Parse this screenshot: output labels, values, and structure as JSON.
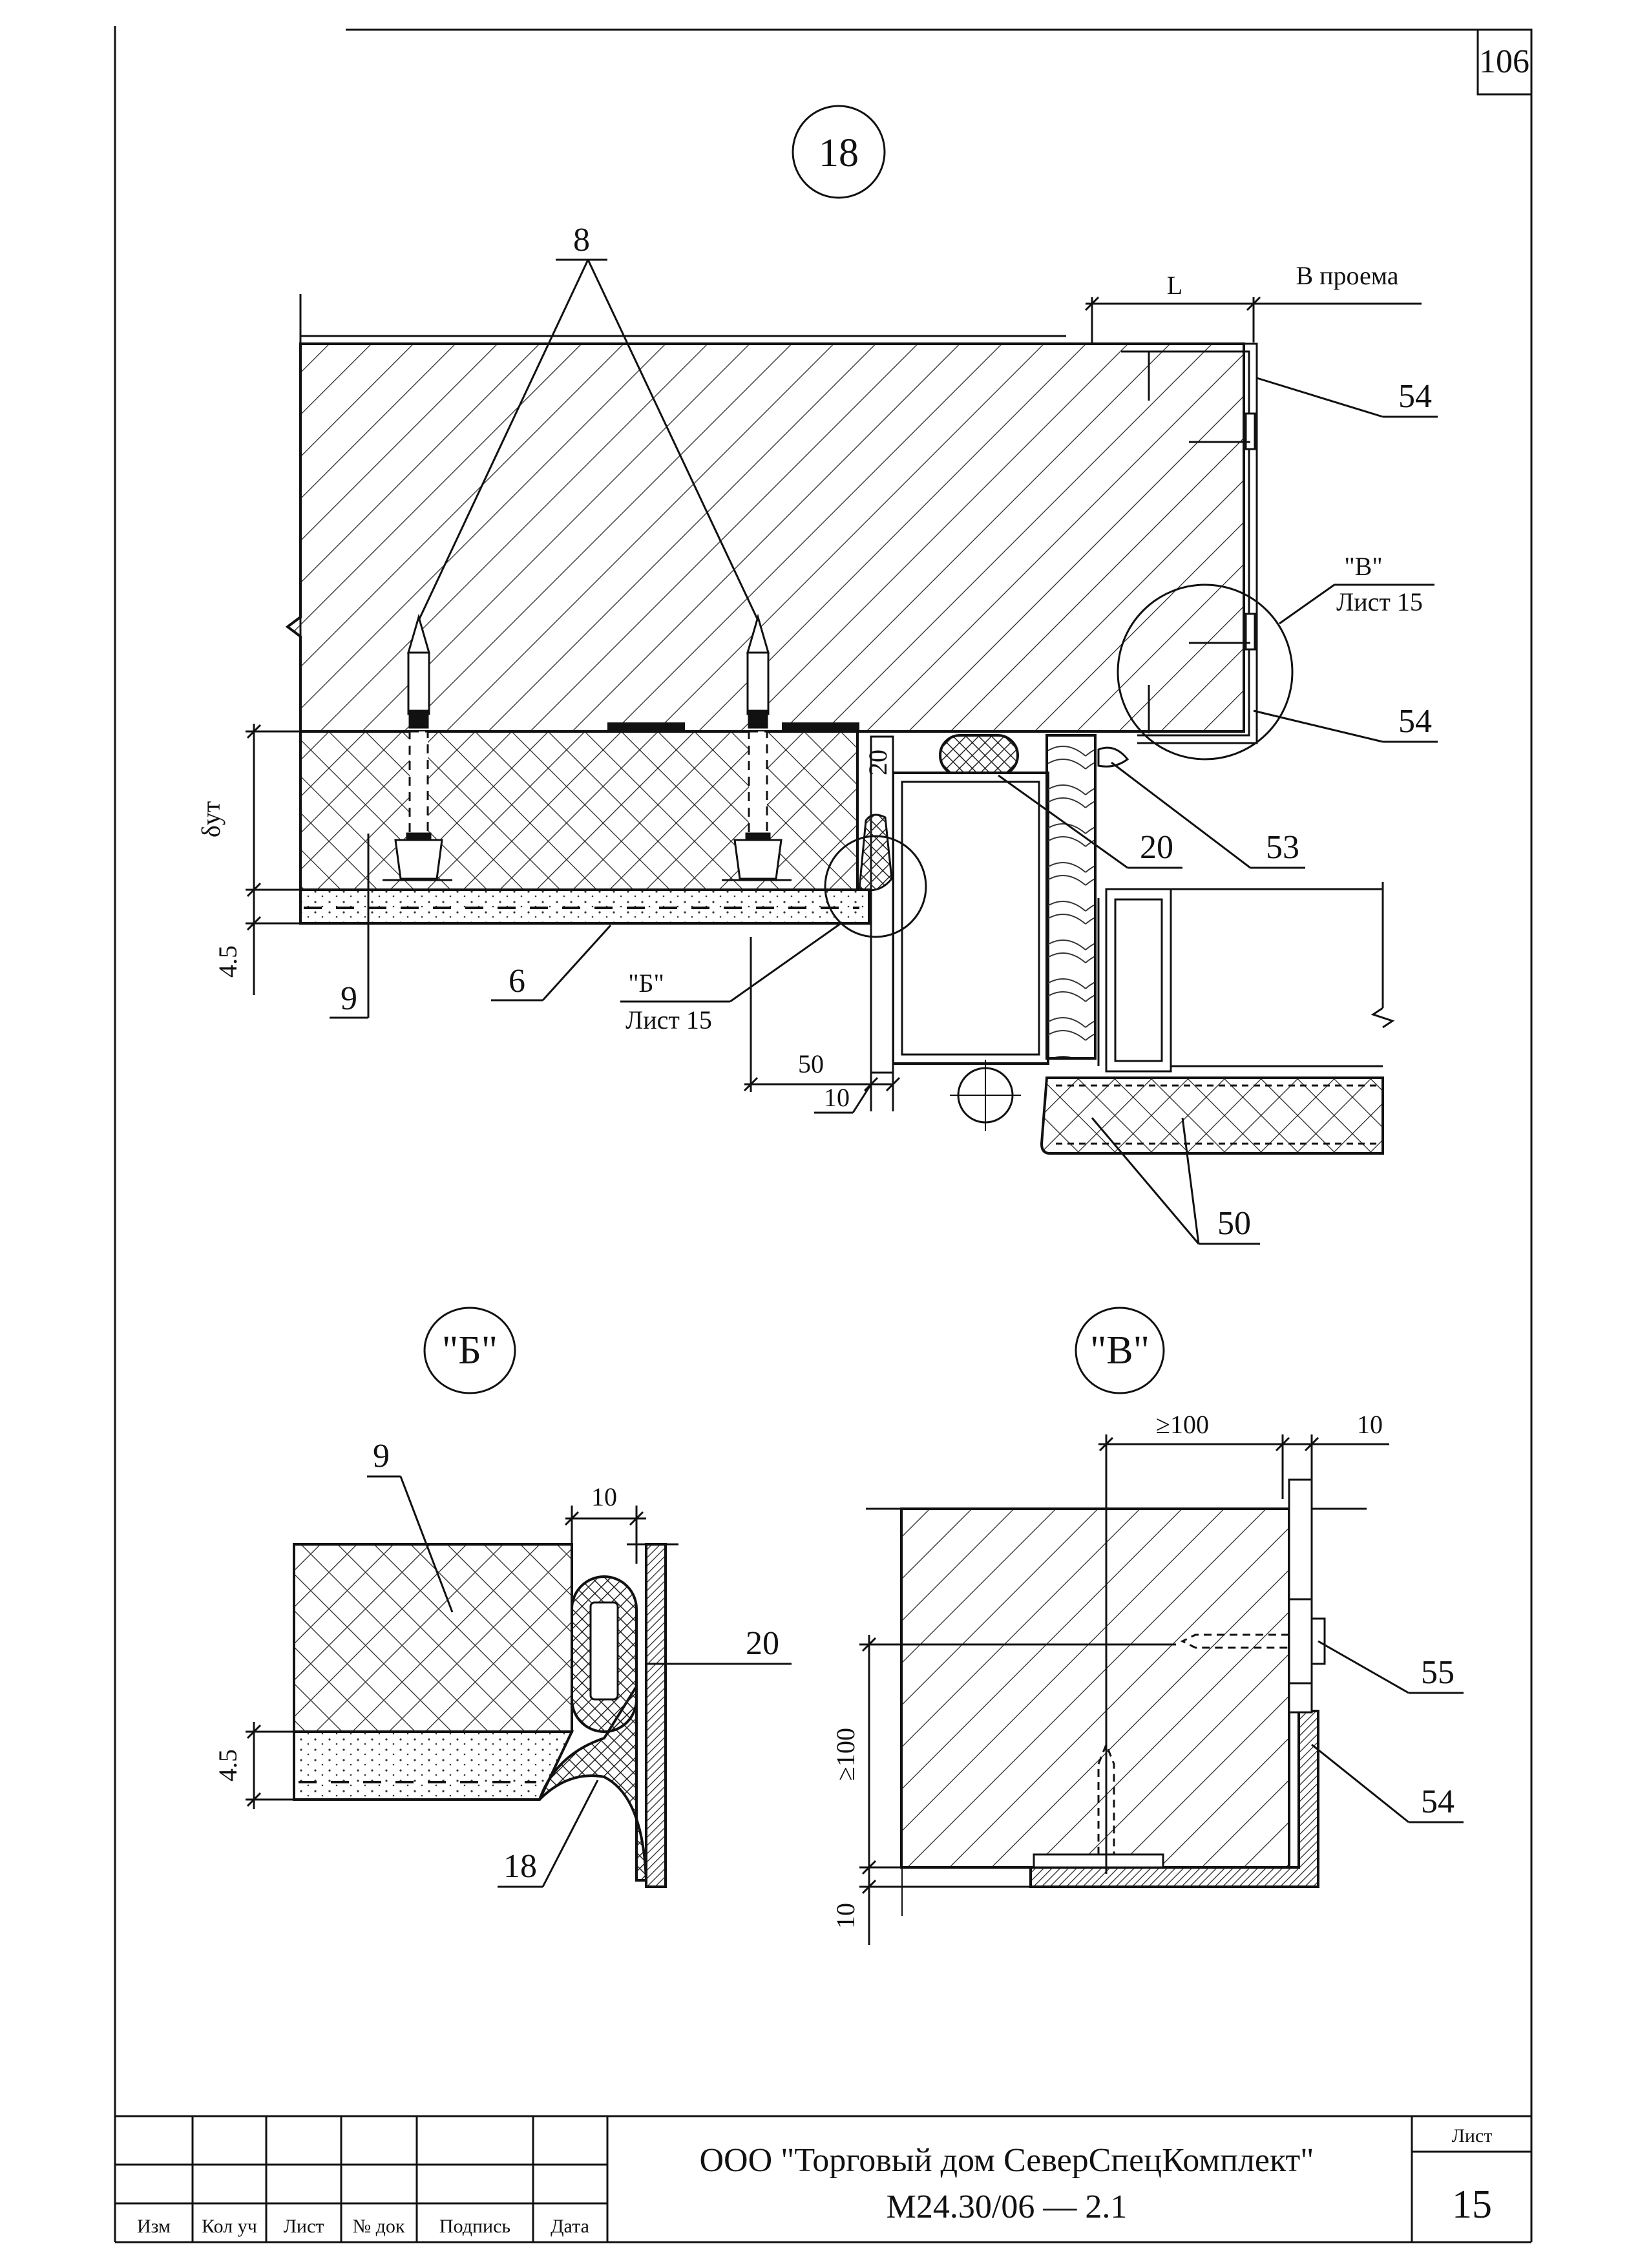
{
  "sheet_number_top": "106",
  "detail_main": {
    "id": "18"
  },
  "callouts_main": {
    "anchor": "8",
    "dimension_L": "L",
    "opening": "В проема",
    "trim_top": "54",
    "trim_bottom": "54",
    "ref_B_name": "\"В\"",
    "ref_B_sheet": "Лист 15",
    "ref_A_name": "\"Б\"",
    "ref_A_sheet": "Лист 15",
    "insulation_thickness_sym": "δут",
    "dim_20": "20",
    "seal": "20",
    "sealant": "53",
    "dim_45": "4.5",
    "mesh": "9",
    "plaster": "6",
    "dim_50": "50",
    "dim_10": "10",
    "insulation_window": "50"
  },
  "detail_B": {
    "title": "\"Б\"",
    "insulation": "9",
    "dim_10": "10",
    "seal": "20",
    "dim_45": "4.5",
    "sealant": "18"
  },
  "detail_V": {
    "title": "\"В\"",
    "dim_ge100_top": "≥100",
    "dim_10_top": "10",
    "fastener": "55",
    "trim": "54",
    "dim_ge100_left": "≥100",
    "dim_10_left": "10"
  },
  "title_block": {
    "headers": [
      "Изм",
      "Кол уч",
      "Лист",
      "№ док",
      "Подпись",
      "Дата"
    ],
    "company": "ООО \"Торговый дом СеверСпецКомплект\"",
    "doc_code": "М24.30/06 — 2.1",
    "sheet_label": "Лист",
    "sheet_no": "15"
  }
}
